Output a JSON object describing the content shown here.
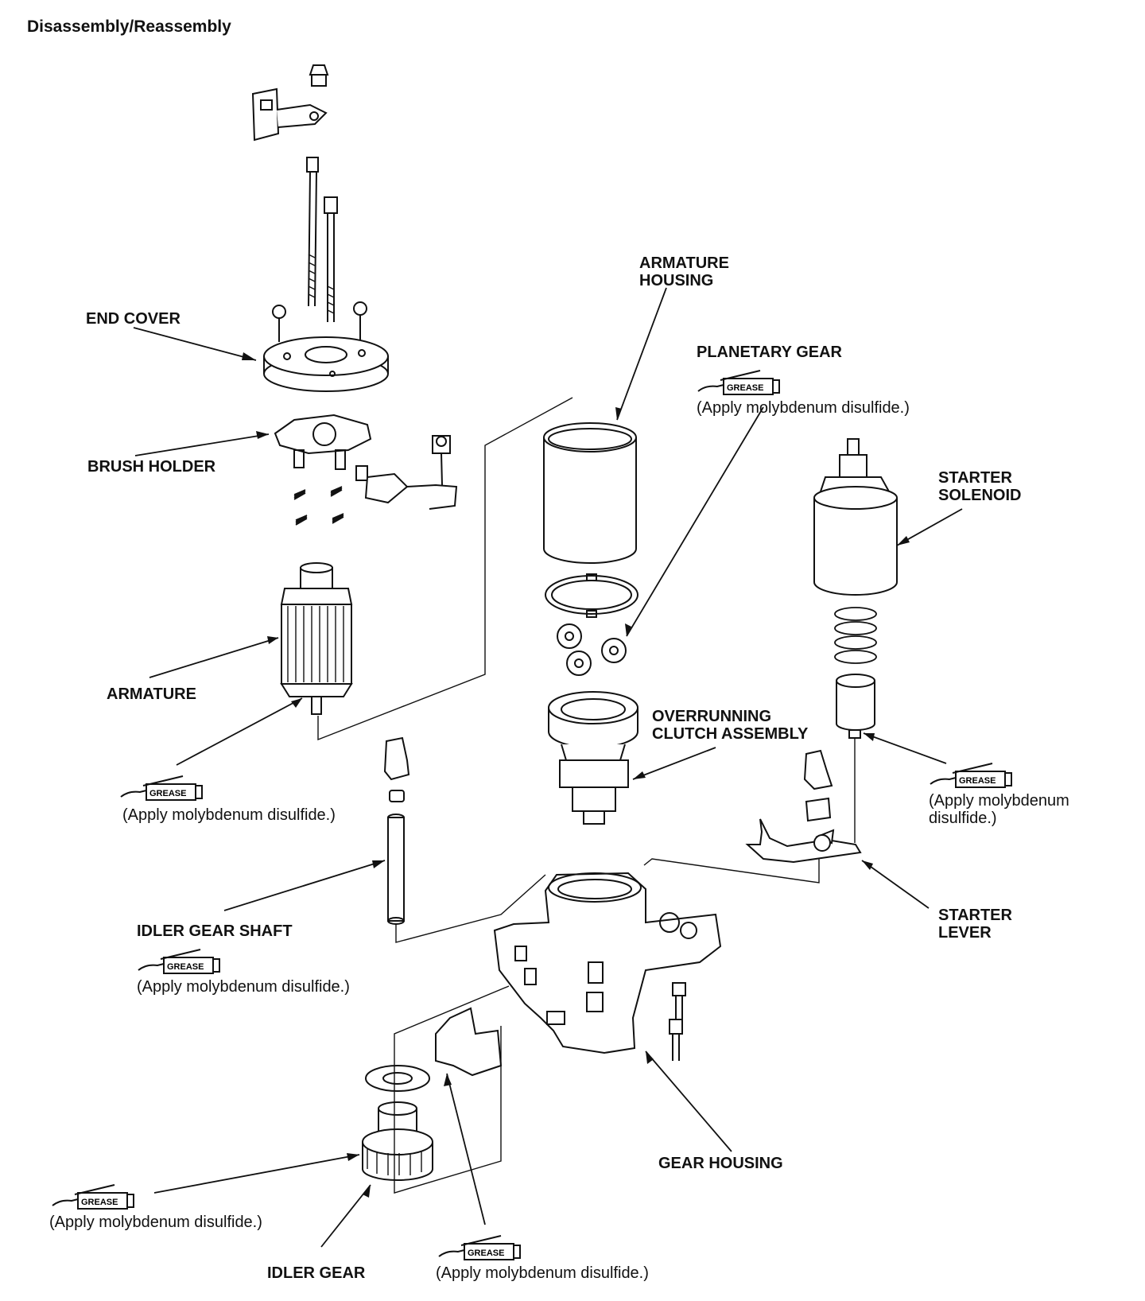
{
  "header": {
    "title": "Disassembly/Reassembly"
  },
  "labels": {
    "end_cover": "END COVER",
    "brush_holder": "BRUSH HOLDER",
    "armature": "ARMATURE",
    "armature_housing_l1": "ARMATURE",
    "armature_housing_l2": "HOUSING",
    "planetary_gear": "PLANETARY GEAR",
    "starter_solenoid_l1": "STARTER",
    "starter_solenoid_l2": "SOLENOID",
    "overrunning_clutch_l1": "OVERRUNNING",
    "overrunning_clutch_l2": "CLUTCH ASSEMBLY",
    "idler_gear_shaft": "IDLER GEAR SHAFT",
    "starter_lever_l1": "STARTER",
    "starter_lever_l2": "LEVER",
    "gear_housing": "GEAR HOUSING",
    "idler_gear": "IDLER GEAR"
  },
  "notes": {
    "apply": "(Apply molybdenum disulfide.)",
    "apply_l1": "(Apply molybdenum",
    "apply_l2": "disulfide.)"
  },
  "grease_icon": {
    "text": "GREASE",
    "icon": "grease-tube-icon"
  }
}
